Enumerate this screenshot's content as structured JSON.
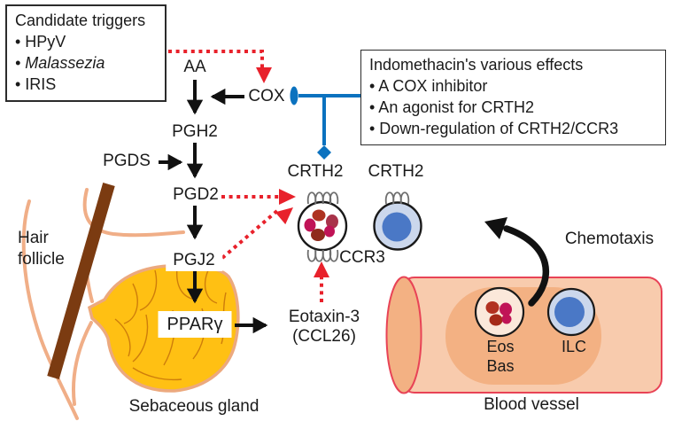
{
  "candidate_box": {
    "title": "Candidate triggers",
    "items": [
      "• HPyV",
      "• Malassezia",
      "• IRIS"
    ]
  },
  "indomethacin_box": {
    "title": "Indomethacin's various effects",
    "items": [
      "• A COX inhibitor",
      "• An agonist for CRTH2",
      "• Down-regulation of CRTH2/CCR3"
    ]
  },
  "labels": {
    "aa": "AA",
    "cox": "COX",
    "pgh2": "PGH2",
    "pgds": "PGDS",
    "pgd2": "PGD2",
    "pgj2": "PGJ2",
    "pparg": "PPARγ",
    "eotaxin_line1": "Eotaxin-3",
    "eotaxin_line2": "(CCL26)",
    "crth2_eosinophil": "CRTH2",
    "crth2_ilc": "CRTH2",
    "ccr3": "CCR3",
    "chemotaxis": "Chemotaxis",
    "hair_follicle_line1": "Hair",
    "hair_follicle_line2": "follicle",
    "sebaceous_gland": "Sebaceous gland",
    "blood_vessel": "Blood vessel",
    "eos": "Eos",
    "bas": "Bas",
    "ilc": "ILC"
  },
  "colors": {
    "stimulation_red": "#E8212B",
    "inhibition_blue": "#0B72BF",
    "arrow_black": "#111111",
    "hair_brown": "#7B3B11",
    "follicle_wall_peach": "#F0AE87",
    "gland_yellow": "#FFC013",
    "gland_crack_orange": "#C9760B",
    "vessel_fill": "#F8CBAD",
    "vessel_lumen": "#F3B183",
    "vessel_outline": "#E84356",
    "ilc_cell_fill": "#CBD7EC",
    "ilc_nucleus": "#4A78C6",
    "eos_nucleus_magenta": "#C01356",
    "eos_nucleus_dark_red": "#B23120"
  }
}
